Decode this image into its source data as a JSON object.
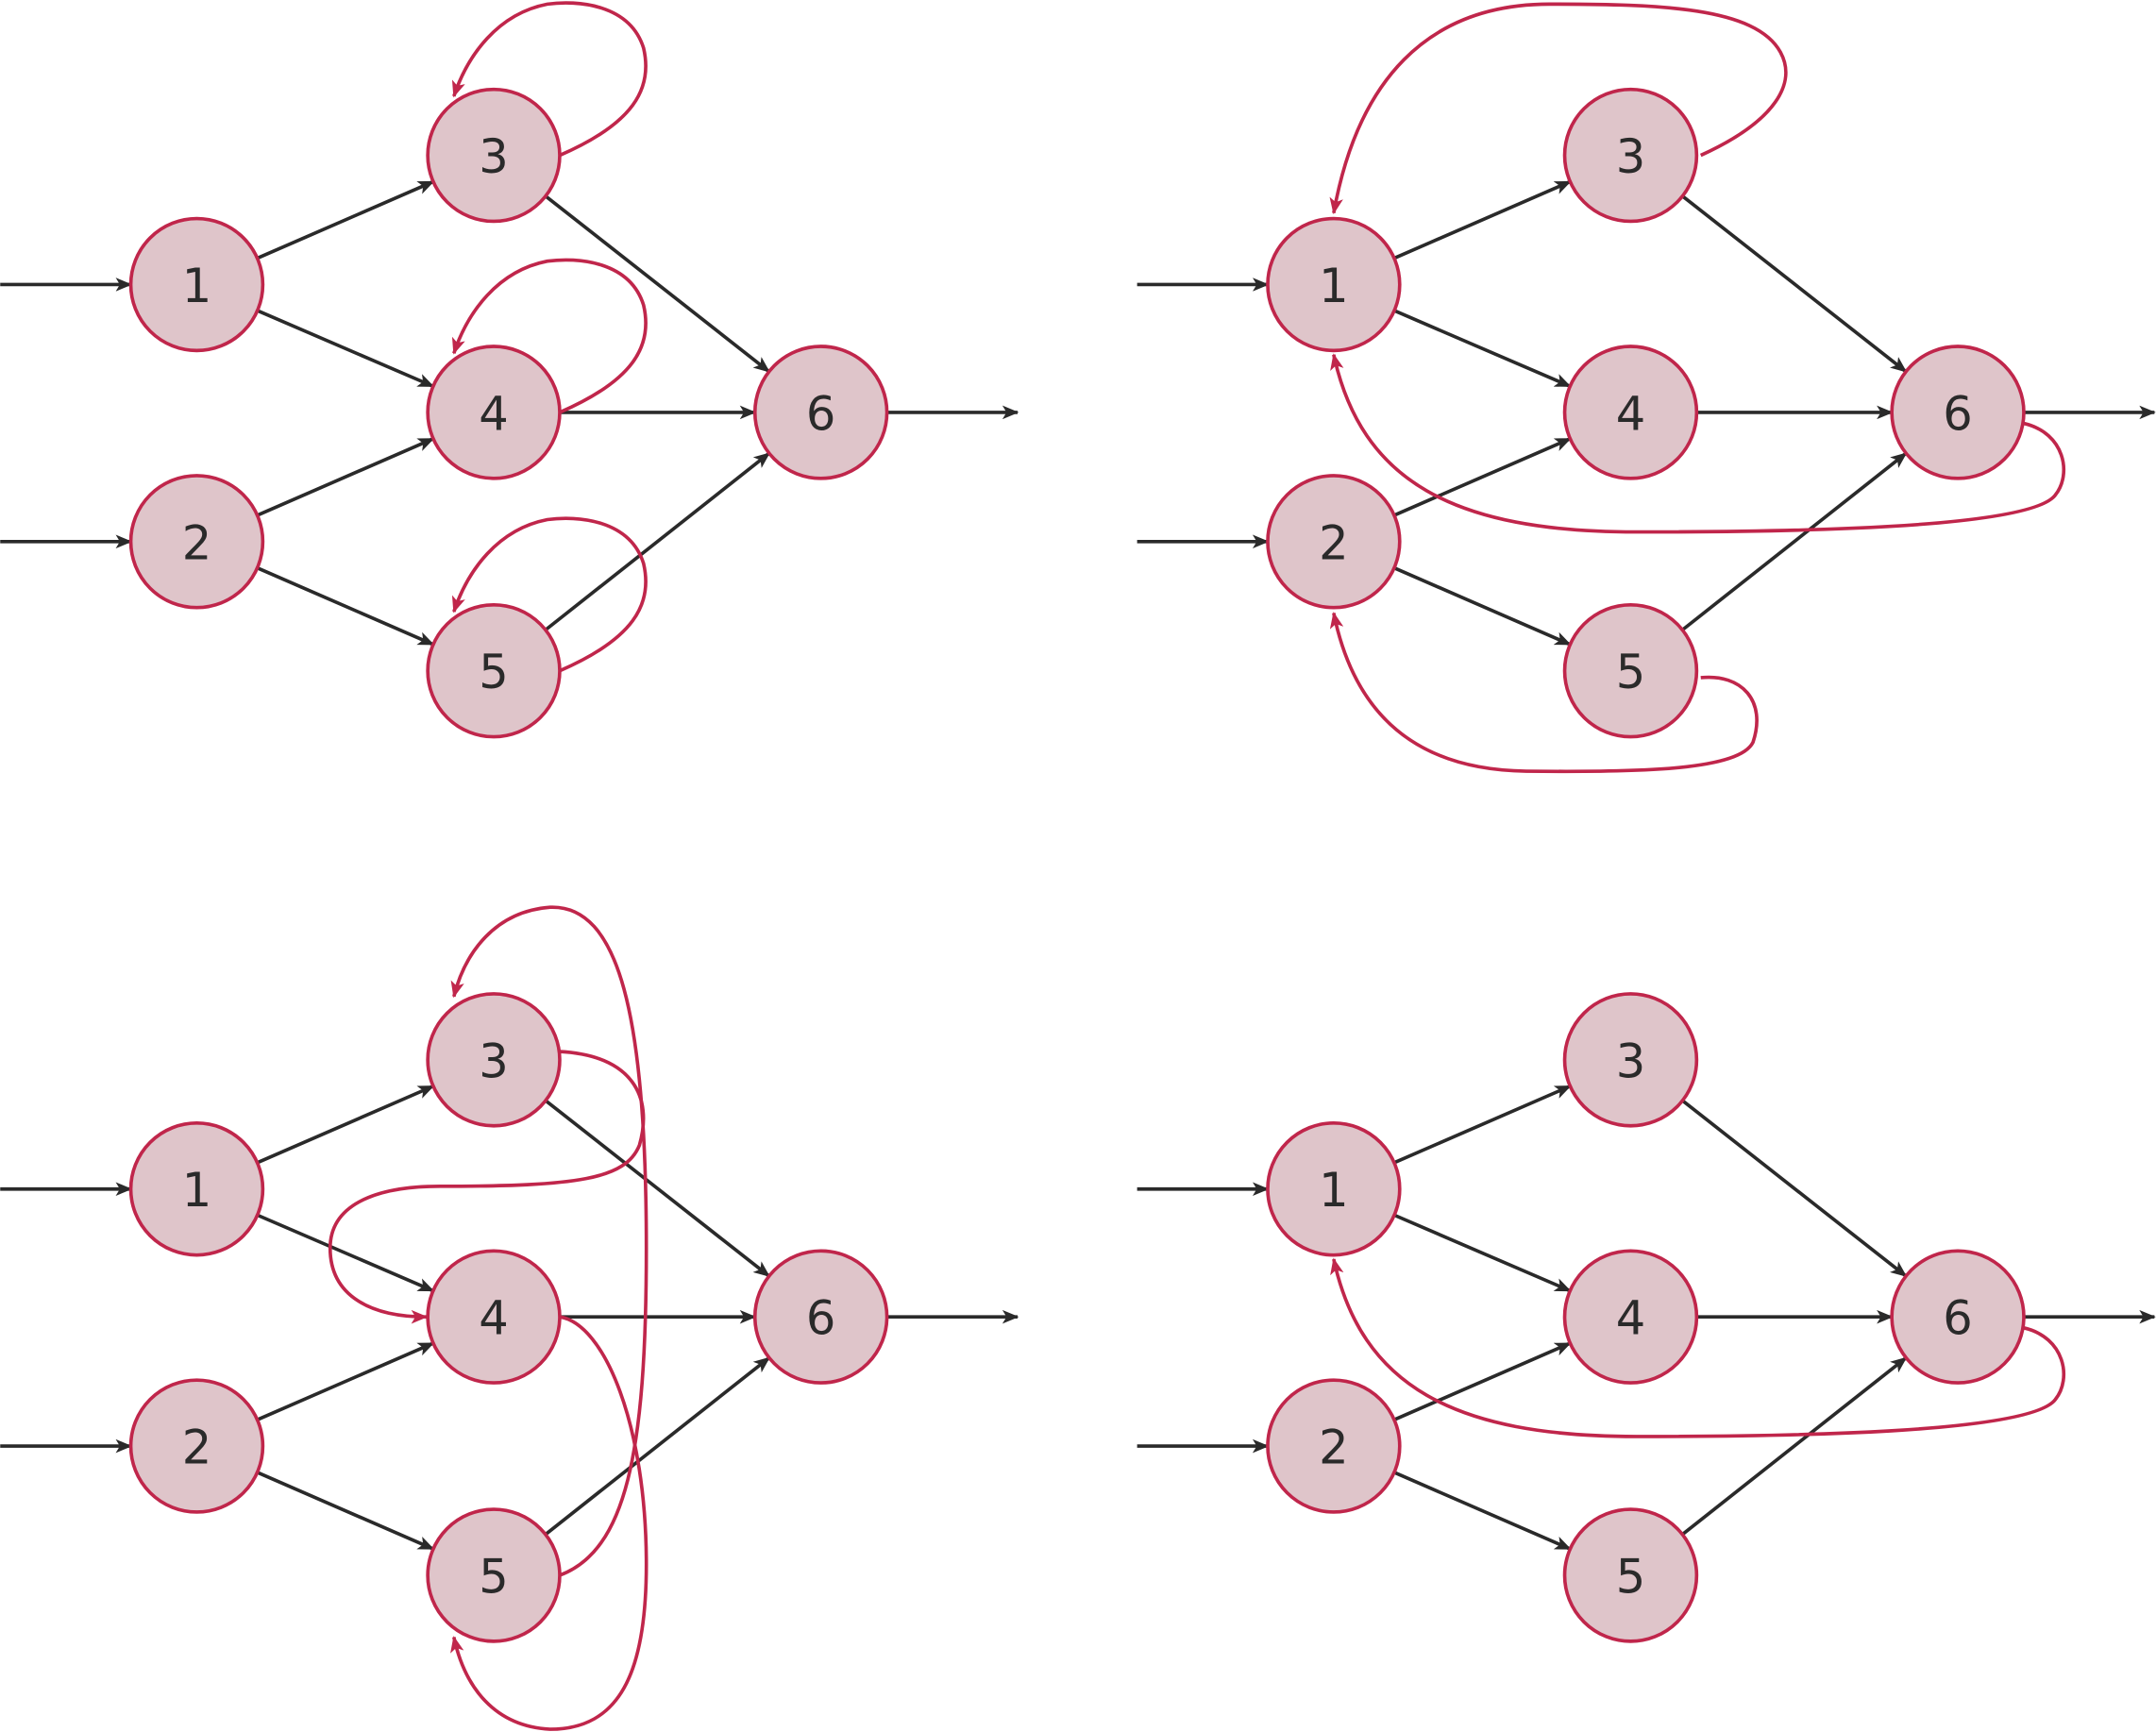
{
  "colors": {
    "node_fill": "#dfc5ca",
    "node_stroke": "#c0264b",
    "edge": "#2a2a2a",
    "feedback": "#c0264b"
  },
  "nodes": [
    "1",
    "2",
    "3",
    "4",
    "5",
    "6"
  ],
  "forward_edges": [
    [
      "in",
      "1"
    ],
    [
      "in",
      "2"
    ],
    [
      "1",
      "3"
    ],
    [
      "1",
      "4"
    ],
    [
      "2",
      "4"
    ],
    [
      "2",
      "5"
    ],
    [
      "3",
      "6"
    ],
    [
      "4",
      "6"
    ],
    [
      "5",
      "6"
    ],
    [
      "6",
      "out"
    ]
  ],
  "panels": [
    {
      "name": "top-left",
      "feedback_edges": [
        [
          "3",
          "3"
        ],
        [
          "4",
          "4"
        ],
        [
          "5",
          "5"
        ]
      ]
    },
    {
      "name": "top-right",
      "feedback_edges": [
        [
          "3",
          "1"
        ],
        [
          "6",
          "1"
        ],
        [
          "5",
          "2"
        ]
      ]
    },
    {
      "name": "bottom-left",
      "feedback_edges": [
        [
          "5",
          "3"
        ],
        [
          "3",
          "4"
        ],
        [
          "4",
          "5"
        ]
      ]
    },
    {
      "name": "bottom-right",
      "feedback_edges": [
        [
          "6",
          "1"
        ]
      ]
    }
  ]
}
